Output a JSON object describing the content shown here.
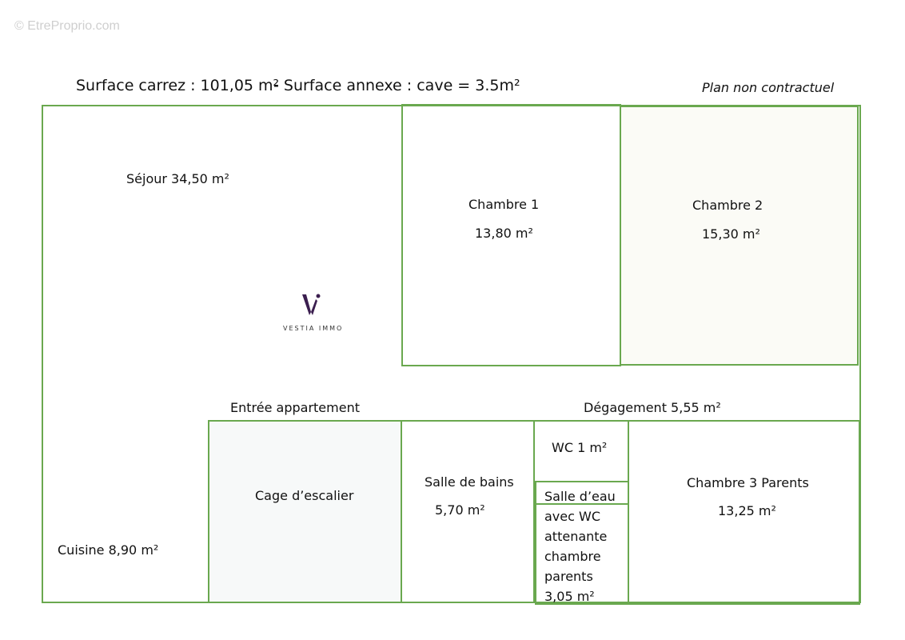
{
  "watermark": "© EtreProprio.com",
  "header": {
    "surface_carrez": "Surface carrez : 101,05 m²",
    "surface_annexe": "- Surface annexe : cave = 3.5m²",
    "note": "Plan non contractuel"
  },
  "logo": {
    "brand": "VESTIA IMMO"
  },
  "rooms": {
    "sejour": "Séjour 34,50 m²",
    "chambre1_name": "Chambre 1",
    "chambre1_area": "13,80 m²",
    "chambre2_name": "Chambre 2",
    "chambre2_area": "15,30 m²",
    "entree": "Entrée appartement",
    "degagement": "Dégagement 5,55 m²",
    "cage": "Cage d’escalier",
    "sdb_name": "Salle de bains",
    "sdb_area": "5,70 m²",
    "wc": "WC 1 m²",
    "salle_eau": [
      "Salle d’eau",
      "avec WC",
      "attenante",
      "chambre",
      "parents",
      "3,05 m²"
    ],
    "chambre3_name": "Chambre 3 Parents",
    "chambre3_area": "13,25 m²",
    "cuisine": "Cuisine 8,90 m²"
  },
  "colors": {
    "wall": "#6aa84f",
    "logo": "#3b1e4f"
  }
}
